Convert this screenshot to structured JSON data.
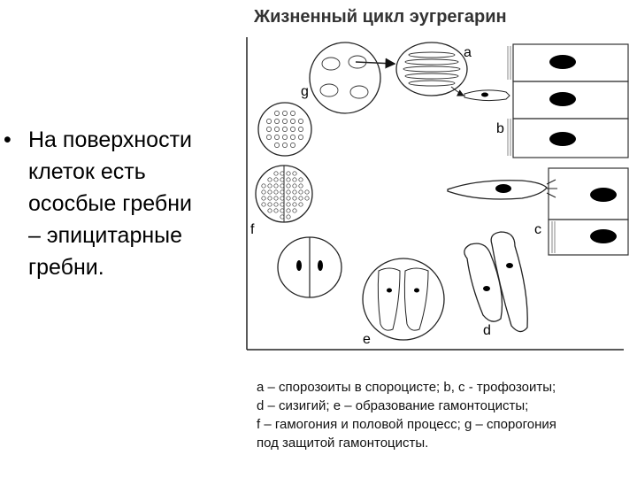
{
  "slide": {
    "bullet_symbol": "•",
    "bullet_lines": [
      "На поверхности",
      "клеток есть",
      "ососбые гребни",
      "– эпицитарные",
      "гребни."
    ]
  },
  "figure": {
    "title": "Жизненный цикл эугрегарин",
    "stage_labels": {
      "a": "a",
      "b": "b",
      "c": "c",
      "d": "d",
      "e": "e",
      "f": "f",
      "g": "g"
    },
    "caption_lines": [
      "a – спорозоиты в спороцисте; b, c  - трофозоиты;",
      "d – сизигий; e – образование гамонтоцисты;",
      "f – гамогония и половой процесс; g – спорогония",
      "под защитой гамонтоцисты."
    ]
  }
}
